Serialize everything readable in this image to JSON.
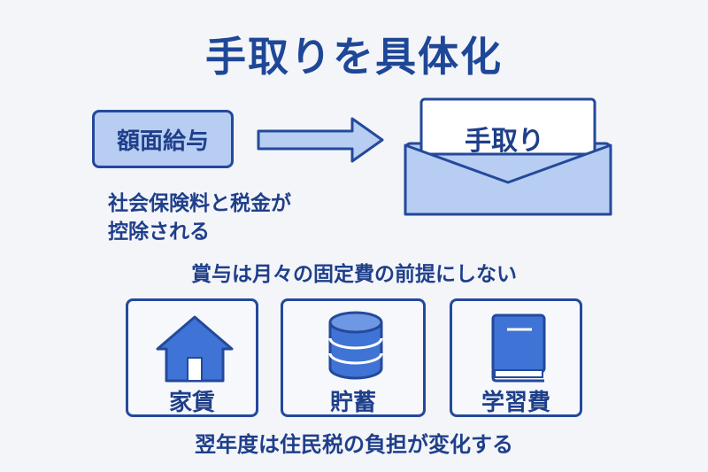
{
  "title": "手取りを具体化",
  "gross_label": "額面給与",
  "net_label": "手取り",
  "deduction_lines": [
    "社会保険料と税金が",
    "控除される"
  ],
  "bonus_note": "賞与は月々の固定費の前提にしない",
  "cards": [
    {
      "label": "家賃",
      "icon": "house-icon"
    },
    {
      "label": "貯蓄",
      "icon": "coin-stack-icon"
    },
    {
      "label": "学習費",
      "icon": "book-icon"
    }
  ],
  "footer_note": "翌年度は住民税の負担が変化する",
  "colors": {
    "primary": "#24499b",
    "fill_light": "#b7cdf2",
    "icon_blue": "#3f73d6",
    "background": "#f3f5f9"
  }
}
